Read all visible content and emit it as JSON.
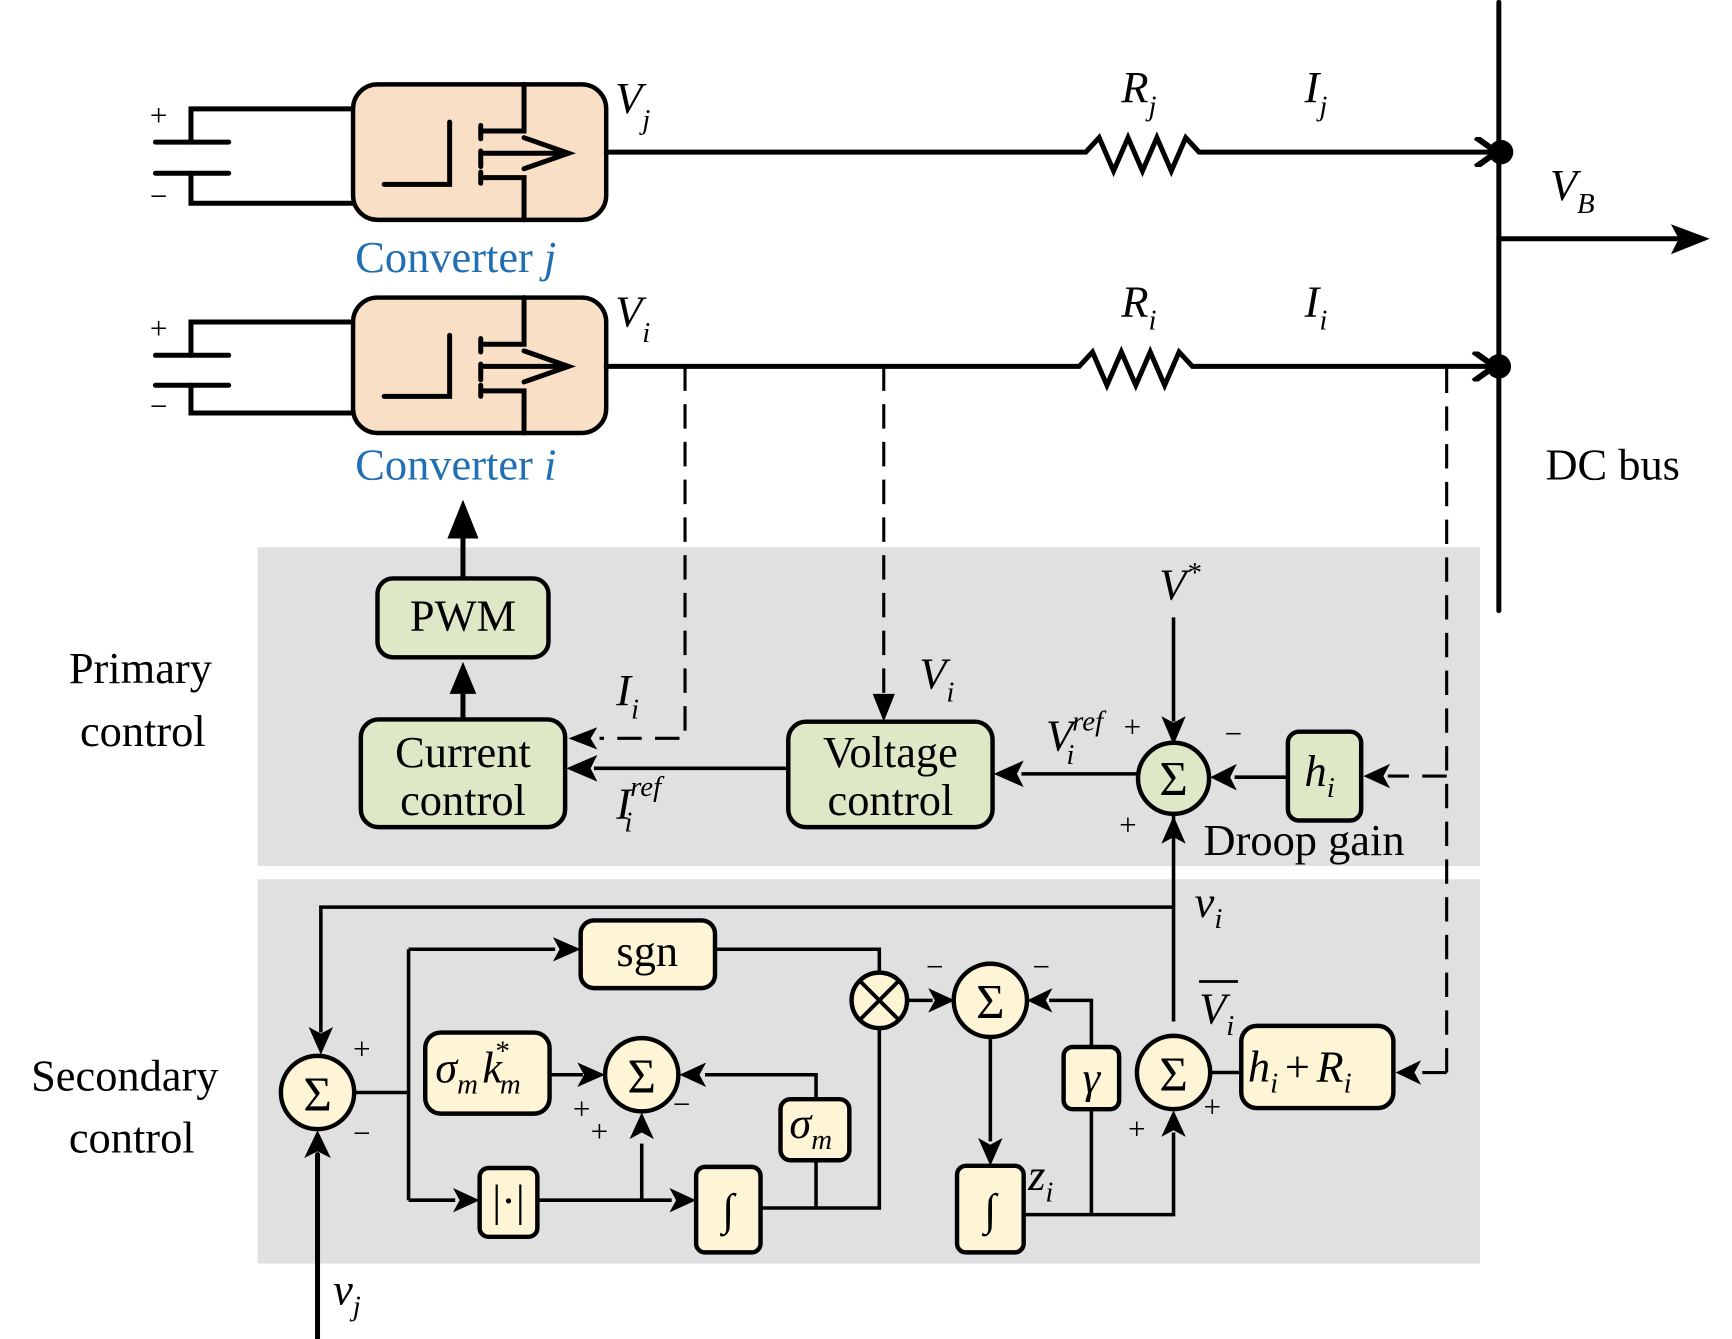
{
  "colors": {
    "converter_fill": "#f8dfc6",
    "primary_block_fill": "#dfe8c6",
    "secondary_block_fill": "#fdf5d6",
    "panel_fill": "#e0e0e0",
    "converter_label": "#1f6fb2"
  },
  "circuit": {
    "converter_j": {
      "label": "Converter ",
      "index": "j",
      "voltage": "V",
      "voltage_sub": "j"
    },
    "converter_i": {
      "label": "Converter ",
      "index": "i",
      "voltage": "V",
      "voltage_sub": "i"
    },
    "resistor_j": {
      "symbol": "R",
      "sub": "j"
    },
    "resistor_i": {
      "symbol": "R",
      "sub": "i"
    },
    "current_j": {
      "symbol": "I",
      "sub": "j"
    },
    "current_i": {
      "symbol": "I",
      "sub": "i"
    },
    "bus_voltage": {
      "symbol": "V",
      "sub": "B"
    },
    "bus_label": "DC bus",
    "source_plus": "+",
    "source_minus": "−"
  },
  "primary": {
    "title_line1": "Primary",
    "title_line2": "control",
    "pwm": "PWM",
    "current_control_line1": "Current",
    "current_control_line2": "control",
    "voltage_control_line1": "Voltage",
    "voltage_control_line2": "control",
    "meas_current": {
      "symbol": "I",
      "sub": "i"
    },
    "meas_voltage": {
      "symbol": "V",
      "sub": "i"
    },
    "current_ref": {
      "symbol": "I",
      "sub": "i",
      "sup": "ref"
    },
    "voltage_ref": {
      "symbol": "V",
      "sub": "i",
      "sup": "ref"
    },
    "v_star": {
      "symbol": "V",
      "sup": "*"
    },
    "sum_symbol": "Σ",
    "droop_block": {
      "symbol": "h",
      "sub": "i"
    },
    "droop_label": "Droop gain",
    "sign_plus_top": "+",
    "sign_minus_right": "−",
    "sign_plus_bottom": "+"
  },
  "secondary": {
    "title_line1": "Secondary",
    "title_line2": "control",
    "sgn": "sgn",
    "sigma_k": {
      "sigma": "σ",
      "sigma_sub": "m",
      "k": "k",
      "k_sub": "m",
      "k_sup": "*"
    },
    "sigma_m": {
      "sigma": "σ",
      "sub": "m"
    },
    "abs_block": "|·|",
    "integrator": "∫",
    "gamma": "γ",
    "hR_block": {
      "h": "h",
      "h_sub": "i",
      "plus": "+",
      "R": "R",
      "R_sub": "i"
    },
    "v_i": {
      "symbol": "v",
      "sub": "i"
    },
    "v_j": {
      "symbol": "v",
      "sub": "j"
    },
    "v_bar": {
      "symbol": "V",
      "sub": "i"
    },
    "z_i": {
      "symbol": "z",
      "sub": "i"
    },
    "sum_symbol": "Σ",
    "mult_symbol": "⊗",
    "plus": "+",
    "minus": "−"
  }
}
